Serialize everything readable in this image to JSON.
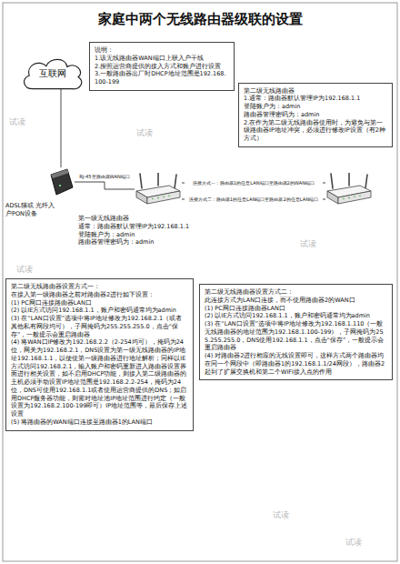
{
  "diagram": {
    "title": "家庭中两个无线路由器级联的设置",
    "nodes": [
      {
        "text": [
          "互联网"
        ]
      },
      {
        "text": [
          "说明：",
          "1.该无线路由器WAN端口上联入户干线",
          "2.按照运营商提供的接入方式和账户进行设置",
          "3.一般路由器出厂时DHCP地址范围是192.168.100-199"
        ]
      },
      {
        "text": [
          "ADSL猫或 光纤入户PON设备"
        ]
      },
      {
        "text": [
          "第一级无线路由器",
          "通常：路由器默认管理IP为192.168.1.1",
          "登陆账户为：admin",
          "路由器管理密码为：admin"
        ]
      },
      {
        "text": [
          "第二级无线路由器",
          "1.通常：路由器默认管理IP为192.168.1.1",
          "登陆账户为：admin",
          "路由器管理密码为：admin",
          "2.在作为第二级无线路由器使用时，为避免与第一级路由器IP地址冲突，必须进行修改IP设置（有2种方式）"
        ]
      },
      {
        "text": [
          "第二级无线路由器设置方式一：",
          "在接入第一级路由器之前对路由器2进行如下设置：",
          "(1) PC网口连接路由器LAN口",
          "(2) 以IE方式访问192.168.1.1，账户和密码通常均为admin",
          "(3) 在“LAN口设置”选项中将IP地址修改为192.168.2.1（或者其他私有网段均可），子网掩码为255.255.255.0，点击“保存”，一般提示会重启路由器",
          "(4) 将WAN口IP修改为192.168.2.2（2-254均可），掩码为24位，网关为192.168.2.1，DNS设置为第一级无线路由器的IP地址192.168.1.1，以便使第一级路由器进行地址解析；同样以IE方式访问192.168.2.1，输入账户和密码重新进入路由器设置界面进行相关设置，如不启用DHCP功能，则接入第二级路由器的主机必须手动设置IP地址范围是192.168.2.2-254，掩码为24位，DNS可使用192.168.1.1或者使用运营商提供的DNS；如启用DHCP服务器功能，则需对地址池IP地址范围进行约定（一般设置为192.168.2.100-199即可）IP地址范围等，最后保存上述设置",
          "(5) 将路由器的WAN端口连接至路由器1的LAN端口"
        ]
      },
      {
        "text": [
          "第二级无线路由器设置方式二：",
          "此连接方式为LAN口连接，而不使用路由器2的WAN口",
          "(1) PC网口连接路由器LAN口",
          "(2) 以IE方式访问192.168.1.1，账户和密码通常均为admin",
          "(3) 在“LAN口设置”选项中将IP地址修改为192.168.1.110（一般无线路由器的地址范围为192.168.1.100-199），子网掩码为255.255.255.0，DNS使用192.168.1.1，点击“保存”，一般提示会重启路由器",
          "(4) 对路由器2进行相应的无线设置即可，这样方式两个路由器均在同一个网段中（即路由器1的192.168.1.1/24网段），路由器2起到了扩展交换机和第二个WIFI接入点的作用"
        ]
      }
    ],
    "edges": [
      {
        "from": 0,
        "to": 2,
        "arrow": "none"
      },
      {
        "from": 2,
        "to": 3,
        "label": "RJ-45至路由器WAN端口",
        "arrow": "none"
      },
      {
        "from": 3,
        "to": 4,
        "label": "连接方式一：路由器1的任意LAN端口至路由器2的WAN端口",
        "arrow": "none"
      },
      {
        "from": 3,
        "to": 4,
        "label": "连接方式二：路由器1的任意LAN端口至路由器2的任意LAN端口",
        "arrow": "none"
      }
    ],
    "labels": [
      "试读",
      "试读",
      "试读",
      "试读",
      "试读",
      "试读"
    ]
  }
}
